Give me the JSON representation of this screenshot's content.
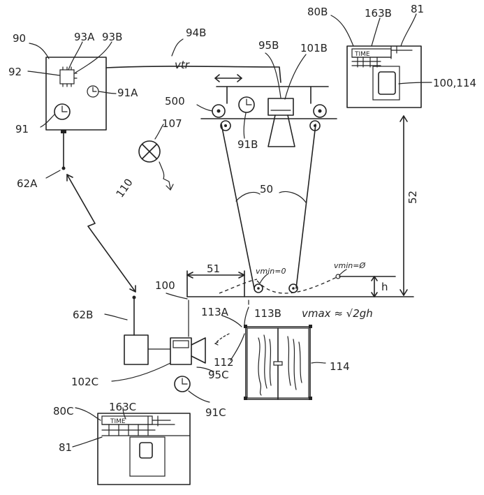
{
  "labels": {
    "l90": "90",
    "l93a": "93A",
    "l93b": "93B",
    "l94b": "94B",
    "l95b": "95B",
    "l101b": "101B",
    "l80b": "80B",
    "l163b": "163B",
    "l81_top": "81",
    "l92": "92",
    "l91a": "91A",
    "l91": "91",
    "l500": "500",
    "lvtr": "vtr",
    "l91b": "91B",
    "l107": "107",
    "l110": "110",
    "l62a": "62A",
    "l50": "50",
    "l52": "52",
    "l100_114": "100,114",
    "l_vmin0_a": "vmin=0",
    "l_vmin0_b": "vmin=Ø",
    "l51": "51",
    "l100": "100",
    "lh": "h",
    "l113a": "113A",
    "l113b": "113B",
    "l_vmax": "vmax ≈ √2gh",
    "l62b": "62B",
    "l112": "112",
    "l114": "114",
    "l102c": "102C",
    "l95c": "95C",
    "l91c": "91C",
    "l80c": "80C",
    "l163c": "163C",
    "l81_bottom": "81",
    "time_top": "TIME",
    "time_bottom": "TIME"
  }
}
